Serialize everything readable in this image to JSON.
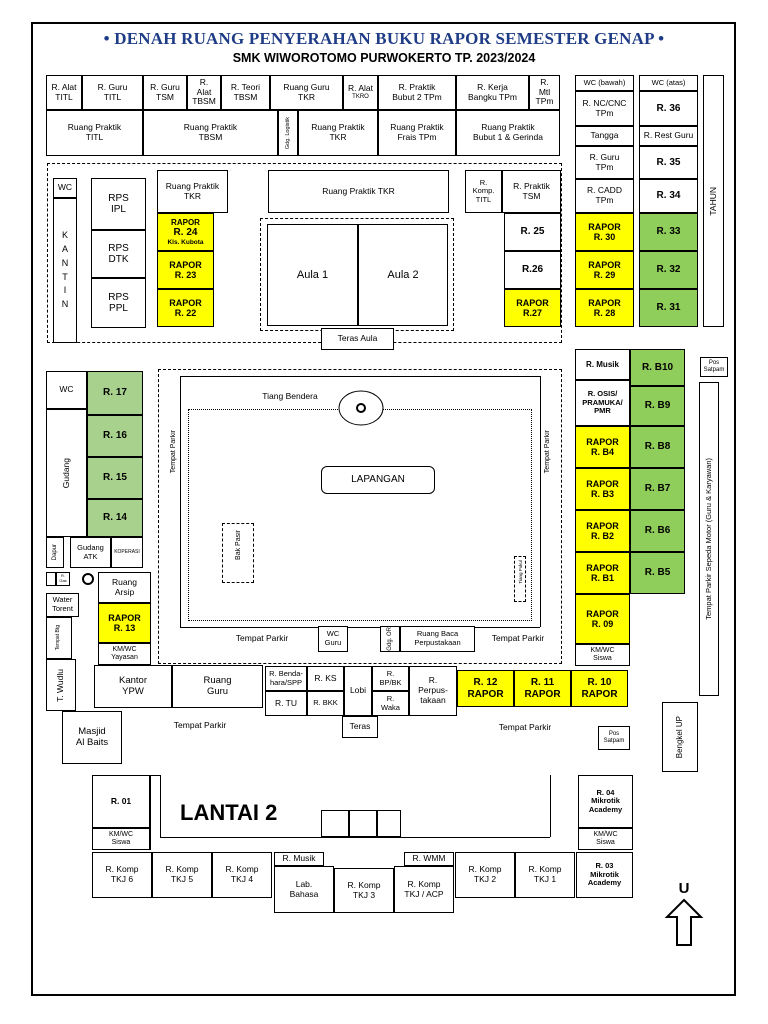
{
  "title": "• DENAH RUANG PENYERAHAN BUKU RAPOR SEMESTER GENAP •",
  "subtitle": "SMK WIWOROTOMO PURWOKERTO TP. 2023/2024",
  "colors": {
    "title": "#1f3c86",
    "rapor_room": "#ffff00",
    "green_room": "#8fce5a"
  },
  "rooms": {
    "r_alat_titl": "R. Alat\nTITL",
    "r_guru_titl": "R. Guru\nTITL",
    "r_guru_tsm": "R. Guru\nTSM",
    "r_alat_tbsm": "R.\nAlat\nTBSM",
    "r_teori_tbsm": "R. Teori\nTBSM",
    "ruang_guru_tkr": "Ruang Guru\nTKR",
    "r_alat_tkro": "R. Alat",
    "tkro": "TKRO",
    "r_praktik_bubut2": "R. Praktik\nBubut 2 TPm",
    "r_kerja_bangku": "R. Kerja\nBangku TPm",
    "r_mtl_tpm": "R.\nMtl\nTPm",
    "rp_titl": "Ruang Praktik\nTITL",
    "rp_tbsm": "Ruang Praktik\nTBSM",
    "gdg_logistik": "Gdg. Logistik",
    "rp_tkr": "Ruang Praktik\nTKR",
    "rp_frais": "Ruang Praktik\nFrais TPm",
    "rp_bubut1": "Ruang Praktik\nBubut 1 & Gerinda",
    "wc_bawah": "WC (bawah)",
    "wc_atas": "WC (atas)",
    "r_nccnc": "R. NC/CNC\nTPm",
    "r36": "R. 36",
    "tangga": "Tangga",
    "r_rest_guru": "R. Rest Guru",
    "r_guru_tpm": "R. Guru\nTPm",
    "r35": "R. 35",
    "r_cadd": "R. CADD\nTPm",
    "r34": "R. 34",
    "tahun": "TAHUN",
    "wc1": "WC",
    "kantin": "K\nA\nN\nT\nI\nN",
    "rps_ipl": "RPS\nIPL",
    "rps_dtk": "RPS\nDTK",
    "rps_ppl": "RPS\nPPL",
    "rp_tkr2": "Ruang Praktik\nTKR",
    "rp_tkr3": "Ruang Praktik TKR",
    "r_komp_titl": "R.\nKomp.\nTITL",
    "rp_tsm": "R. Praktik\nTSM",
    "rapor": "RAPOR",
    "r24": "R. 24",
    "kls_kubota": "Kls. Kubota",
    "r23": "R. 23",
    "r22": "R. 22",
    "aula1": "Aula 1",
    "aula2": "Aula 2",
    "teras_aula": "Teras Aula",
    "r25": "R. 25",
    "r26": "R.26",
    "r27": "R.27",
    "r30": "R. 30",
    "r29": "R. 29",
    "r28": "R. 28",
    "r33": "R. 33",
    "r32": "R. 32",
    "r31": "R. 31",
    "wc2": "WC",
    "r17": "R. 17",
    "r16": "R. 16",
    "r15": "R. 15",
    "r14": "R. 14",
    "gudang": "Gudang",
    "dapur": "Dapur",
    "gudang_atk": "Gudang\nATK",
    "koperasi": "KOPERASI",
    "r_gas": "R.\nGas",
    "ruang_arsip": "Ruang\nArsip",
    "water_torent": "Water\nTorent",
    "tempat_btg": "Tempat Btg",
    "r13": "R. 13",
    "kmwc_yayasan": "KM/WC\nYayasan",
    "t_wudlu": "T. Wudlu",
    "kantor_ypw": "Kantor\nYPW",
    "ruang_guru": "Ruang\nGuru",
    "masjid": "Masjid\nAl Baits",
    "tiang_bendera": "Tiang Bendera",
    "tempat_parkir": "Tempat Parkir",
    "lapangan": "LAPANGAN",
    "bak_pasir": "Bak Pasir",
    "tiang_pukul": "Tiang Pukul",
    "wc_guru": "WC\nGuru",
    "gdg_or": "Gdg. OR",
    "ruang_baca": "Ruang Baca\nPerpustakaan",
    "r_musik": "R. Musik",
    "r_osis": "R. OSIS/\nPRAMUKA/\nPMR",
    "r_b10": "R. B10",
    "r_b9": "R. B9",
    "r_b4": "R. B4",
    "r_b8": "R. B8",
    "r_b3": "R. B3",
    "r_b7": "R. B7",
    "r_b2": "R. B2",
    "r_b6": "R. B6",
    "r_b1": "R. B1",
    "r_b5": "R. B5",
    "r09": "R. 09",
    "kmwc_siswa": "KM/WC\nSiswa",
    "pos_satpam": "Pos\nSatpam",
    "parkir_motor": "Tempat Parkir Sepeda Motor (Guru & Karyawan)",
    "r_bendahara": "R. Benda-\nhara/SPP",
    "r_ks": "R. KS",
    "r_tu": "R. TU",
    "r_bkk": "R. BKK",
    "lobi": "Lobi",
    "r_bpbk": "R.\nBP/BK",
    "r_waka": "R.\nWaka",
    "r_perpus": "R.\nPerpus-\ntakaan",
    "teras": "Teras",
    "r12": "R. 12",
    "r11": "R. 11",
    "r10": "R. 10",
    "bengkel_up": "Bengkel UP",
    "r01": "R. 01",
    "lantai2": "LANTAI 2",
    "r04": "R. 04\nMikrotik\nAcademy",
    "r03": "R. 03\nMikrotik\nAcademy",
    "r_komp_tkj6": "R. Komp\nTKJ 6",
    "r_komp_tkj5": "R. Komp\nTKJ 5",
    "r_komp_tkj4": "R. Komp\nTKJ 4",
    "r_musik2": "R. Musik",
    "lab_bahasa": "Lab.\nBahasa",
    "r_komp_tkj3": "R. Komp\nTKJ 3",
    "r_wmm": "R. WMM",
    "r_komp_tkj_acp": "R. Komp\nTKJ / ACP",
    "r_komp_tkj2": "R. Komp\nTKJ 2",
    "r_komp_tkj1": "R. Komp\nTKJ 1",
    "north": "U"
  }
}
